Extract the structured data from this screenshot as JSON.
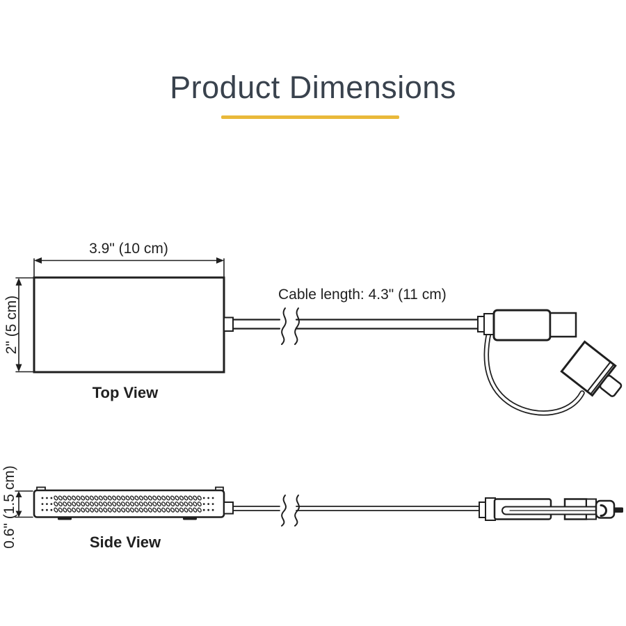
{
  "title": {
    "text": "Product Dimensions"
  },
  "colors": {
    "accent_underline": "#E9B93A",
    "title_text": "#39424D",
    "line": "#1F1F1F"
  },
  "top_view": {
    "caption": "Top View",
    "width_label": "3.9\" (10 cm)",
    "height_label": "2\" (5 cm)",
    "cable_length_label": "Cable length: 4.3\" (11 cm)"
  },
  "side_view": {
    "caption": "Side View",
    "height_label": "0.6\" (1.5 cm)"
  }
}
